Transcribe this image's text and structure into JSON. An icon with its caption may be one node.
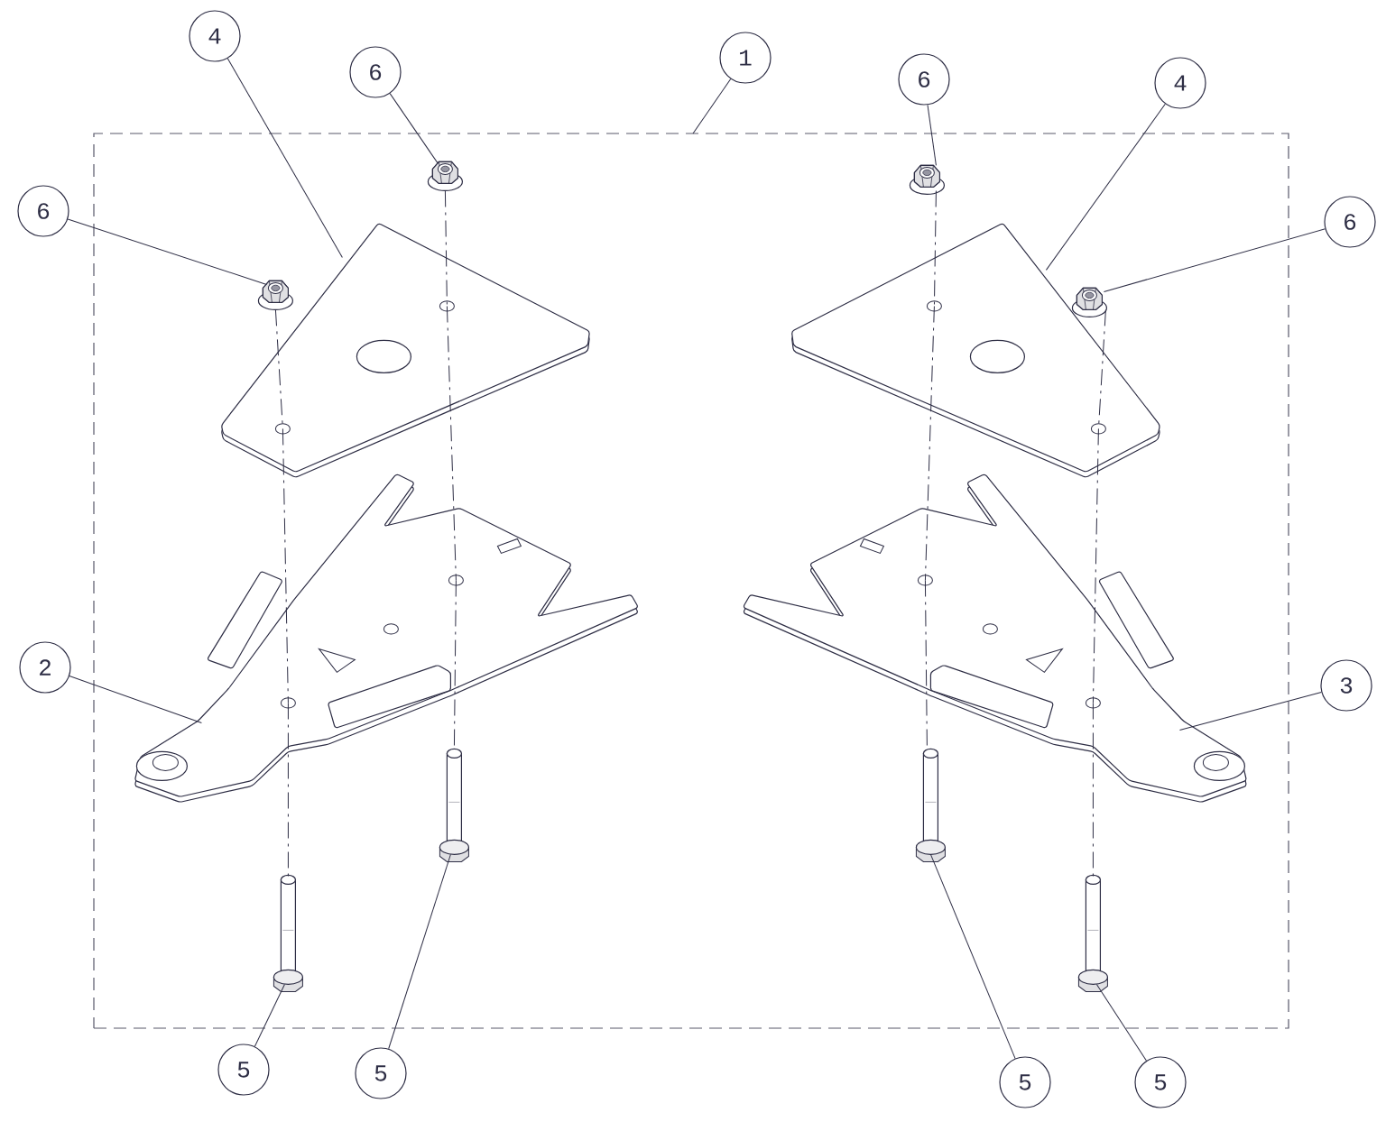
{
  "diagram": {
    "nodes": [
      {
        "text": [
          "4"
        ]
      },
      {
        "text": [
          "6"
        ]
      },
      {
        "text": [
          "1"
        ]
      },
      {
        "text": [
          "6"
        ]
      },
      {
        "text": [
          "4"
        ]
      },
      {
        "text": [
          "6"
        ]
      },
      {
        "text": [
          "6"
        ]
      },
      {
        "text": [
          "2"
        ]
      },
      {
        "text": [
          "3"
        ]
      },
      {
        "text": [
          "5"
        ]
      },
      {
        "text": [
          "5"
        ]
      },
      {
        "text": [
          "5"
        ]
      },
      {
        "text": [
          "5"
        ]
      },
      {
        "text": [],
        "shape": "box"
      },
      {
        "text": [],
        "shape": "picture",
        "in": 13
      },
      {
        "text": [],
        "shape": "picture",
        "in": 13
      },
      {
        "text": [],
        "shape": "picture",
        "in": 13
      },
      {
        "text": [],
        "shape": "picture",
        "in": 13
      },
      {
        "text": [],
        "shape": "picture",
        "in": 13
      },
      {
        "text": [],
        "shape": "picture",
        "in": 13
      },
      {
        "text": [],
        "shape": "picture",
        "in": 13
      },
      {
        "text": [],
        "shape": "picture",
        "in": 13
      },
      {
        "text": [],
        "shape": "picture",
        "in": 13
      },
      {
        "text": [],
        "shape": "picture",
        "in": 13
      },
      {
        "text": [],
        "shape": "picture",
        "in": 13
      },
      {
        "text": [],
        "shape": "picture",
        "in": 13
      }
    ],
    "edges": [
      {
        "from": 0,
        "to": 18,
        "arrow": "none"
      },
      {
        "from": 1,
        "to": 14,
        "arrow": "none"
      },
      {
        "from": 2,
        "to": 13,
        "arrow": "none"
      },
      {
        "from": 3,
        "to": 16,
        "arrow": "none"
      },
      {
        "from": 4,
        "to": 19,
        "arrow": "none"
      },
      {
        "from": 5,
        "to": 15,
        "arrow": "none"
      },
      {
        "from": 6,
        "to": 17,
        "arrow": "none"
      },
      {
        "from": 7,
        "to": 20,
        "arrow": "none"
      },
      {
        "from": 8,
        "to": 21,
        "arrow": "none"
      },
      {
        "from": 9,
        "to": 22,
        "arrow": "none"
      },
      {
        "from": 10,
        "to": 23,
        "arrow": "none"
      },
      {
        "from": 11,
        "to": 24,
        "arrow": "none"
      },
      {
        "from": 12,
        "to": 25,
        "arrow": "none"
      },
      {
        "from": 14,
        "to": 18,
        "arrow": "none",
        "style": "dashed"
      },
      {
        "from": 18,
        "to": 20,
        "arrow": "none",
        "style": "dashed"
      },
      {
        "from": 20,
        "to": 23,
        "arrow": "none",
        "style": "dashed"
      },
      {
        "from": 15,
        "to": 18,
        "arrow": "none",
        "style": "dashed"
      },
      {
        "from": 18,
        "to": 20,
        "arrow": "none",
        "style": "dashed"
      },
      {
        "from": 20,
        "to": 22,
        "arrow": "none",
        "style": "dashed"
      },
      {
        "from": 16,
        "to": 19,
        "arrow": "none",
        "style": "dashed"
      },
      {
        "from": 19,
        "to": 21,
        "arrow": "none",
        "style": "dashed"
      },
      {
        "from": 21,
        "to": 24,
        "arrow": "none",
        "style": "dashed"
      },
      {
        "from": 17,
        "to": 19,
        "arrow": "none",
        "style": "dashed"
      },
      {
        "from": 19,
        "to": 21,
        "arrow": "none",
        "style": "dashed"
      },
      {
        "from": 21,
        "to": 25,
        "arrow": "none",
        "style": "dashed"
      }
    ]
  }
}
